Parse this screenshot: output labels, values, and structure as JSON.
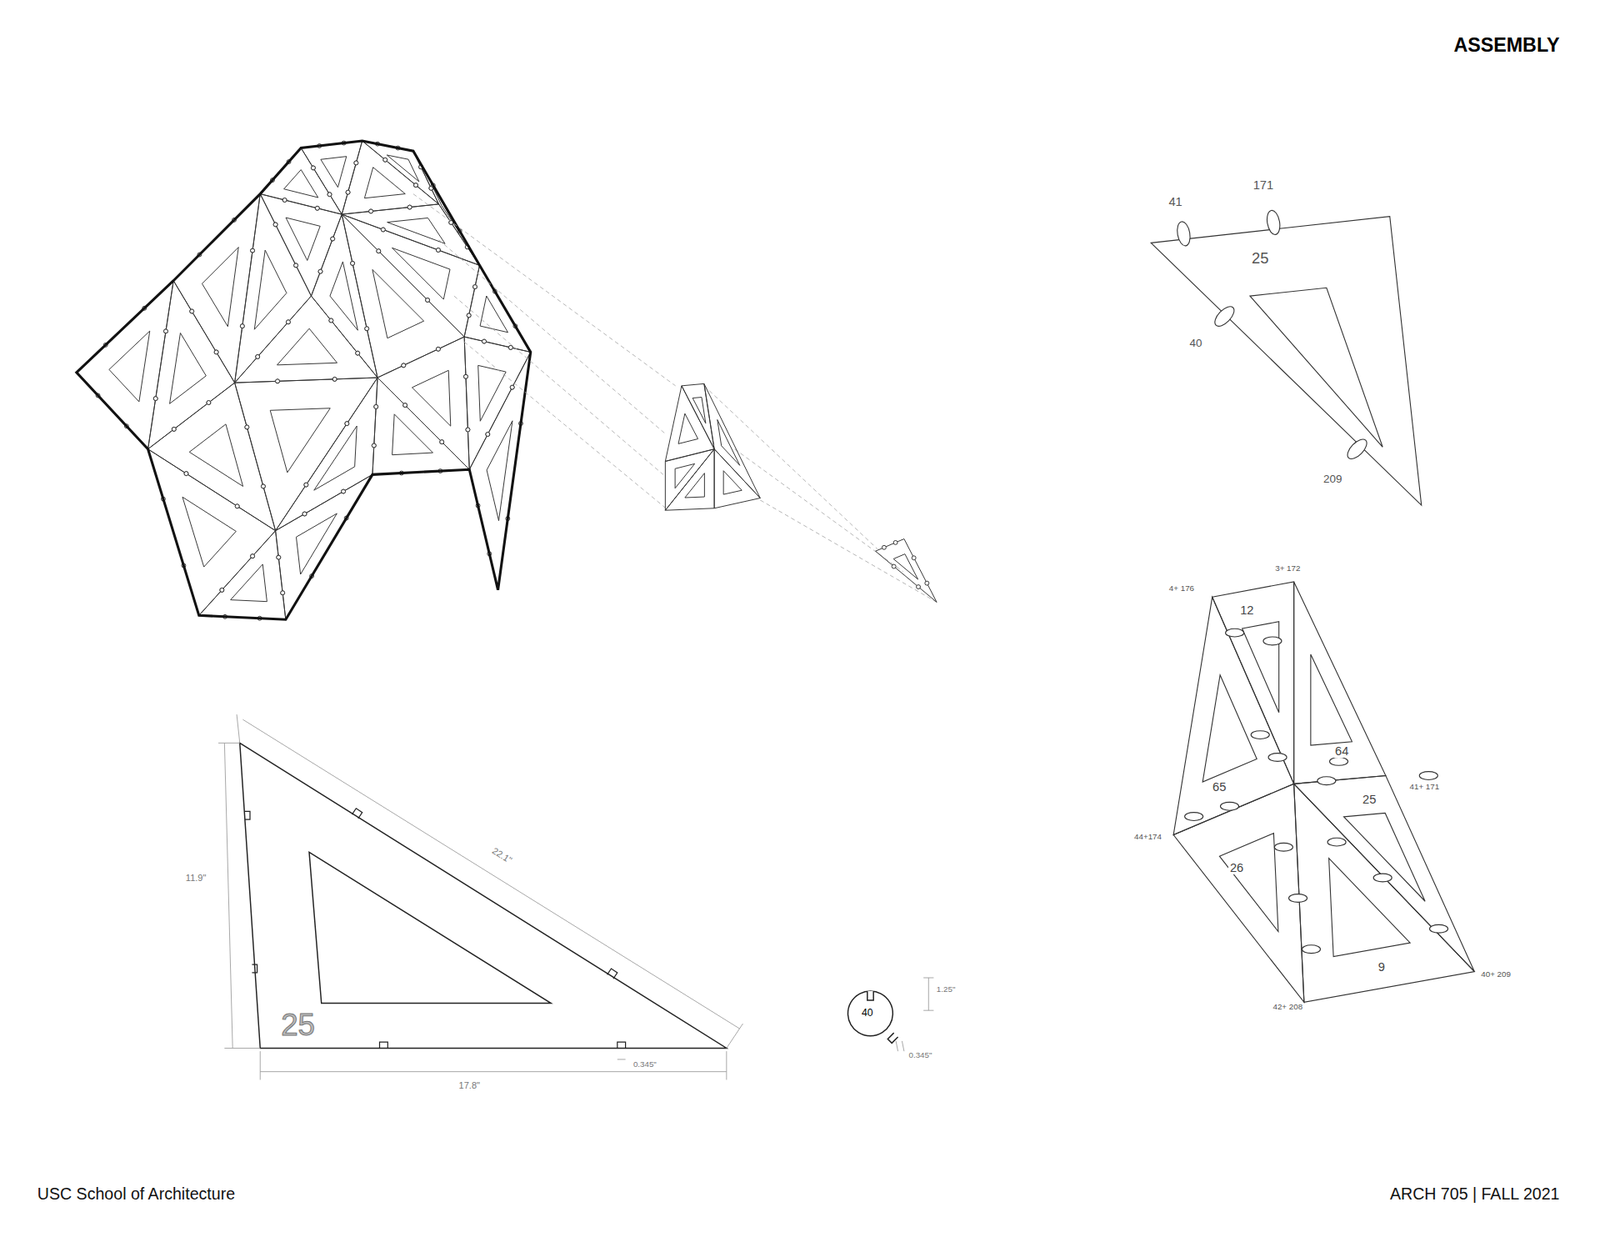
{
  "diagram": {
    "title": "ASSEMBLY",
    "labels": [
      "41",
      "171",
      "25",
      "40",
      "209",
      "4+ 176",
      "3+ 172",
      "12",
      "64",
      "41+ 171",
      "65",
      "25",
      "44+174",
      "26",
      "9",
      "42+ 208",
      "40+ 209",
      "22.1\"",
      "11.9\"",
      "25",
      "17.8\"",
      "0.345\"",
      "40",
      "1.25\"",
      "0.345\"",
      "USC School of Architecture",
      "ARCH 705 | FALL 2021"
    ]
  }
}
